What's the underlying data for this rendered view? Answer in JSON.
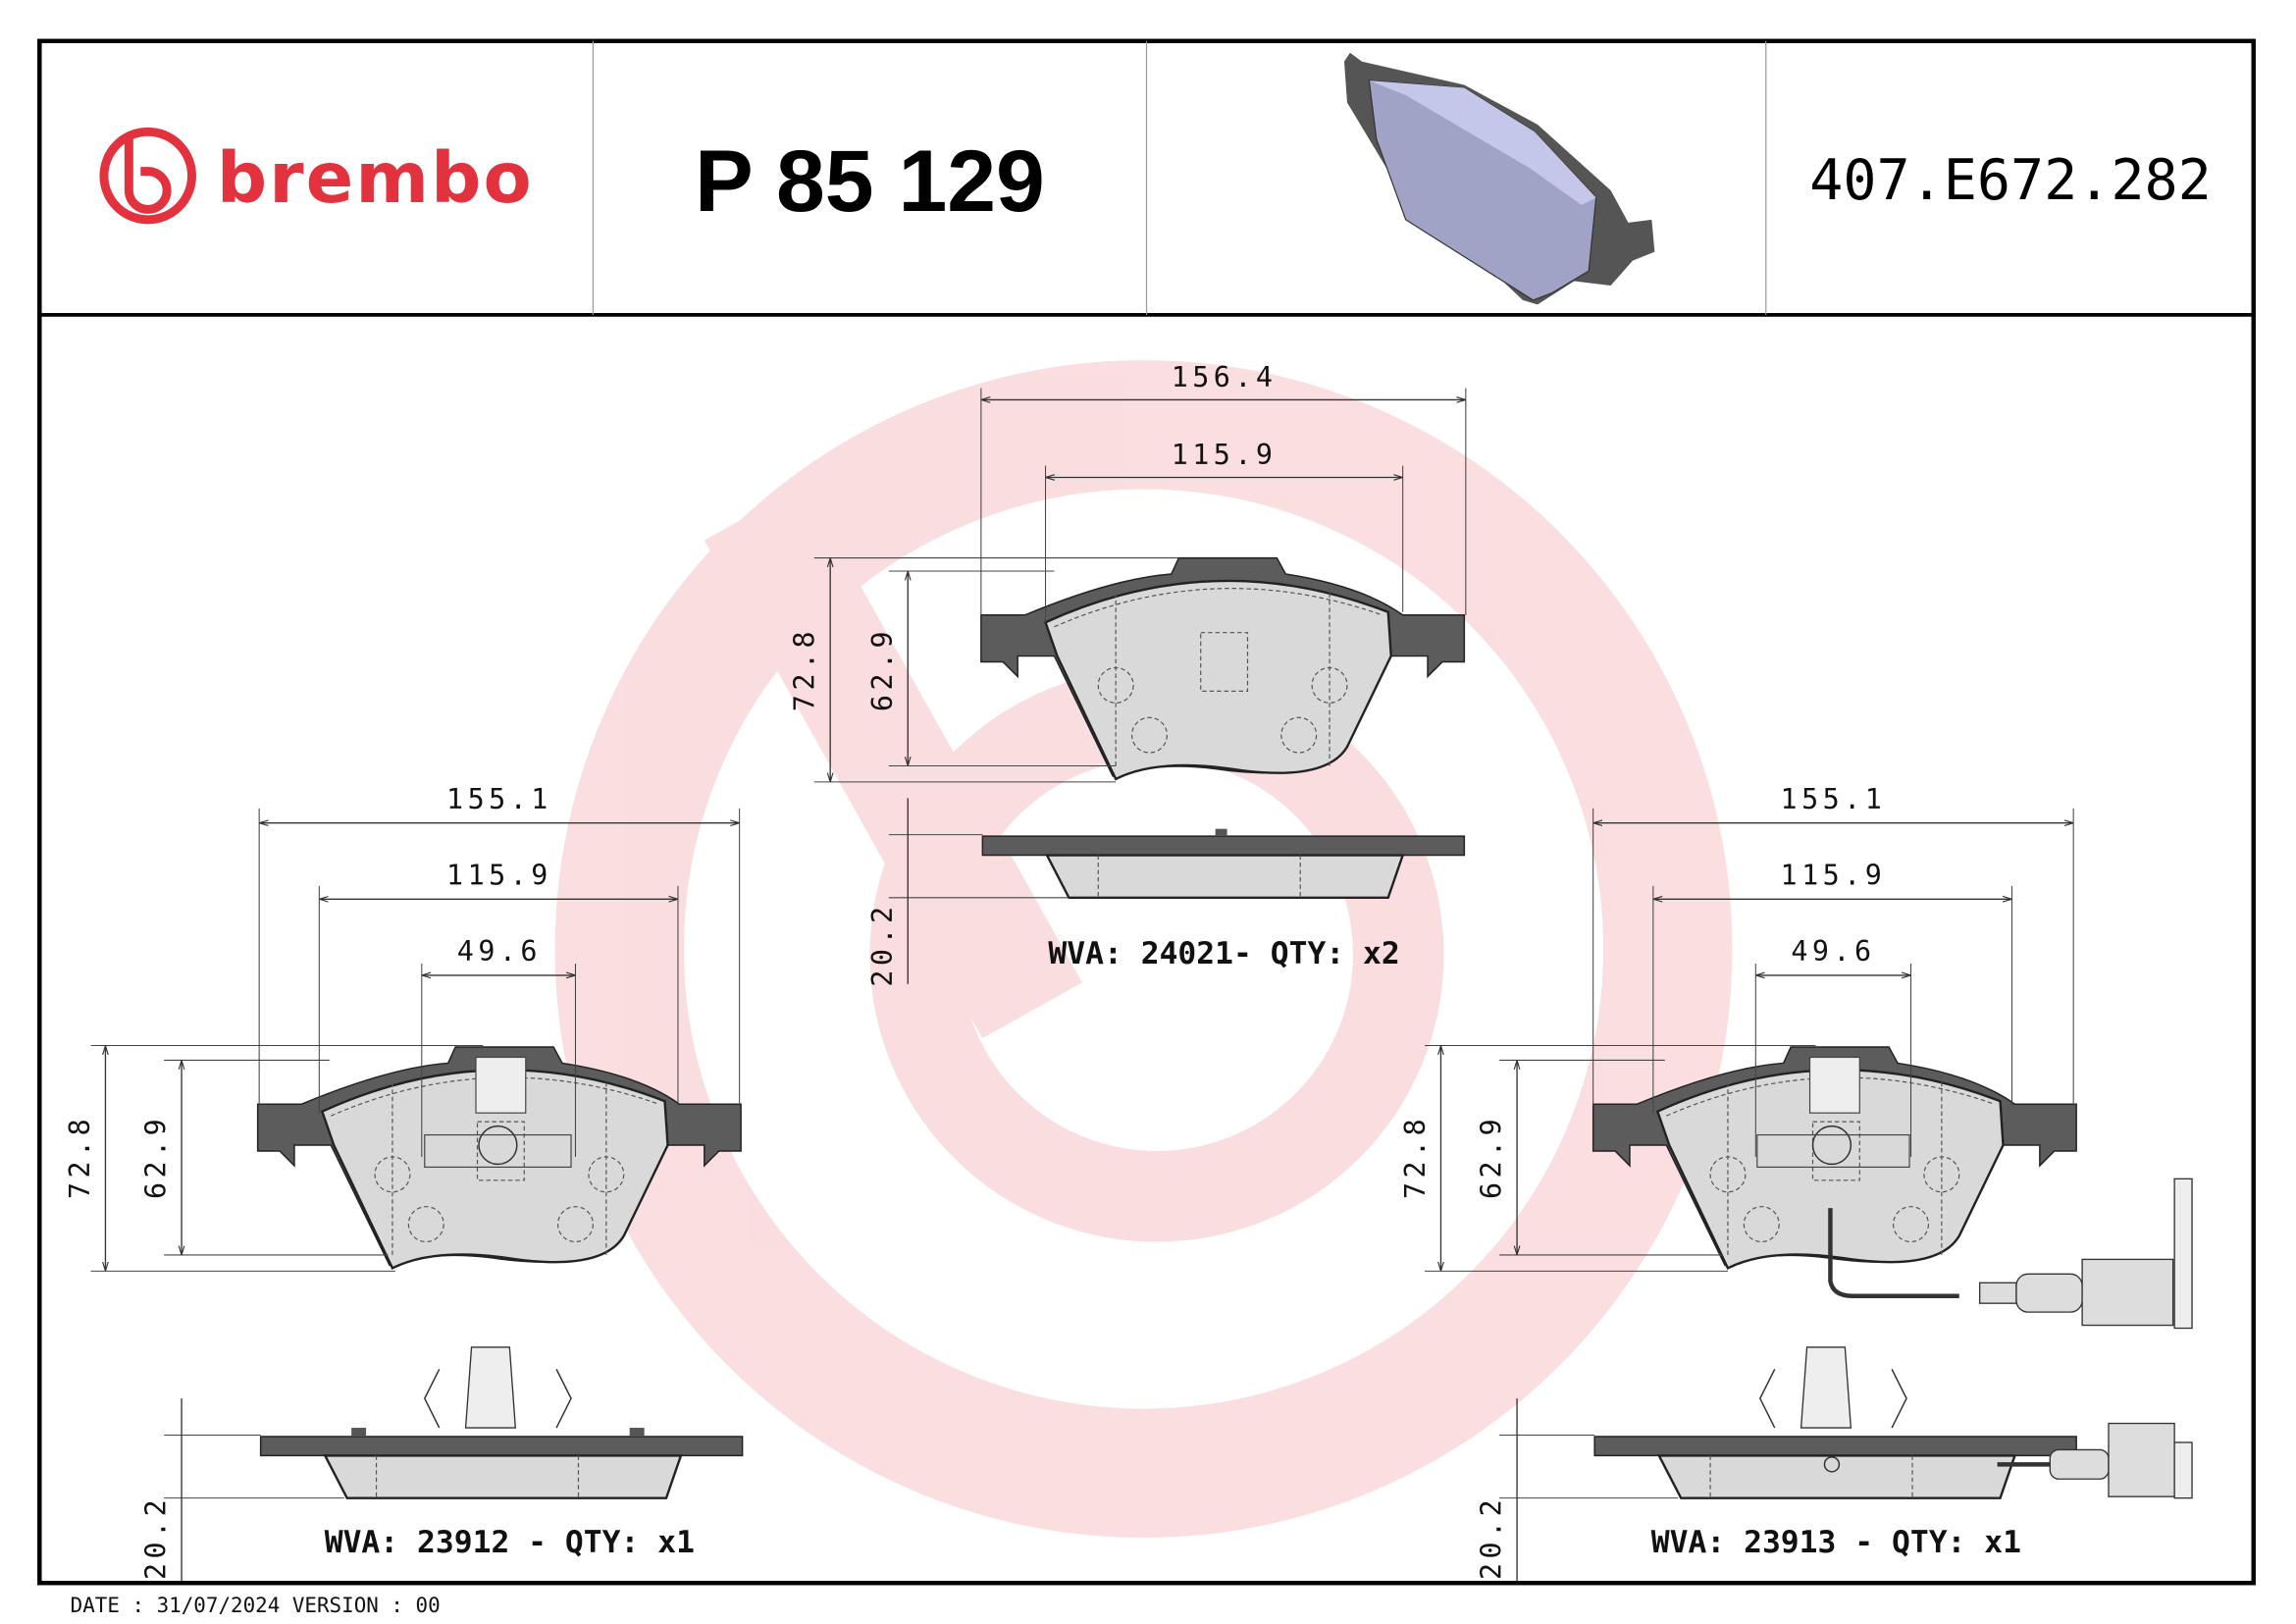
{
  "header": {
    "brand": "brembo",
    "part_number": "P 85 129",
    "reference_code": "407.E672.282",
    "brand_color": "#e2323e"
  },
  "top_pad": {
    "overall_width": "156.4",
    "friction_width": "115.9",
    "overall_height": "72.8",
    "friction_height": "62.9",
    "thickness": "20.2",
    "label": "WVA: 24021- QTY: x2"
  },
  "left_pad": {
    "overall_width": "155.1",
    "friction_width": "115.9",
    "center_width": "49.6",
    "overall_height": "72.8",
    "friction_height": "62.9",
    "thickness": "20.2",
    "label": "WVA: 23912 - QTY: x1"
  },
  "right_pad": {
    "overall_width": "155.1",
    "friction_width": "115.9",
    "center_width": "49.6",
    "overall_height": "72.8",
    "friction_height": "62.9",
    "thickness": "20.2",
    "label": "WVA: 23913 - QTY: x1",
    "has_wear_sensor": true
  },
  "footer": {
    "date_version": "DATE : 31/07/2024 VERSION : 00"
  }
}
